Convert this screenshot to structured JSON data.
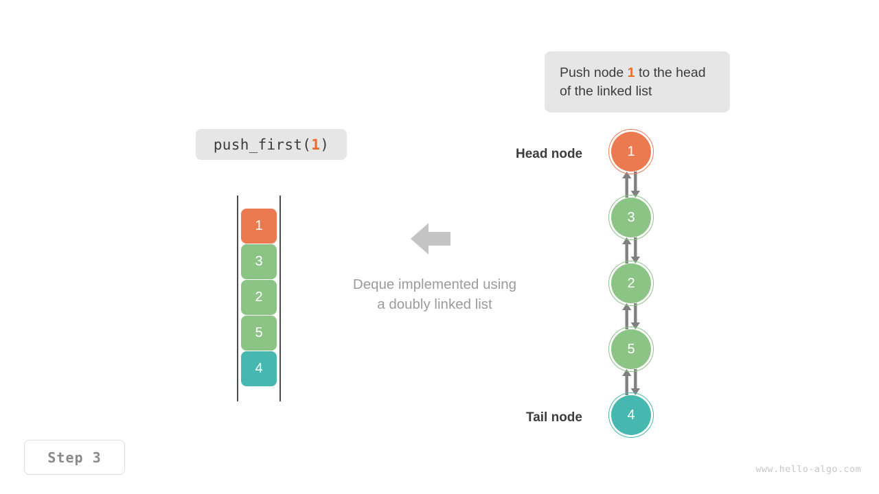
{
  "callout": {
    "text_before": "Push node ",
    "highlight": "1",
    "text_after": " to the head of the linked list"
  },
  "code_chip": {
    "prefix": "push_first(",
    "argument": "1",
    "suffix": ")"
  },
  "array": {
    "cells": [
      {
        "value": "1",
        "color": "#ec7a51"
      },
      {
        "value": "3",
        "color": "#8cc486"
      },
      {
        "value": "2",
        "color": "#8cc486"
      },
      {
        "value": "5",
        "color": "#8cc486"
      },
      {
        "value": "4",
        "color": "#46b8af"
      }
    ]
  },
  "center": {
    "arrow_icon": "arrow-left-icon",
    "caption_line1": "Deque implemented using",
    "caption_line2": "a doubly linked list"
  },
  "linked_list": {
    "head_label": "Head node",
    "tail_label": "Tail node",
    "nodes": [
      {
        "value": "1",
        "color": "#ec7a51"
      },
      {
        "value": "3",
        "color": "#8cc486"
      },
      {
        "value": "2",
        "color": "#8cc486"
      },
      {
        "value": "5",
        "color": "#8cc486"
      },
      {
        "value": "4",
        "color": "#46b8af"
      }
    ],
    "link_icon": "bidirectional-arrow-icon",
    "link_color": "#808080"
  },
  "footer": {
    "step_label": "Step 3",
    "watermark": "www.hello-algo.com"
  },
  "colors": {
    "orange": "#ec7a51",
    "green": "#8cc486",
    "teal": "#46b8af",
    "chip_bg": "#e6e6e6",
    "accent_text": "#ec6a2c"
  }
}
